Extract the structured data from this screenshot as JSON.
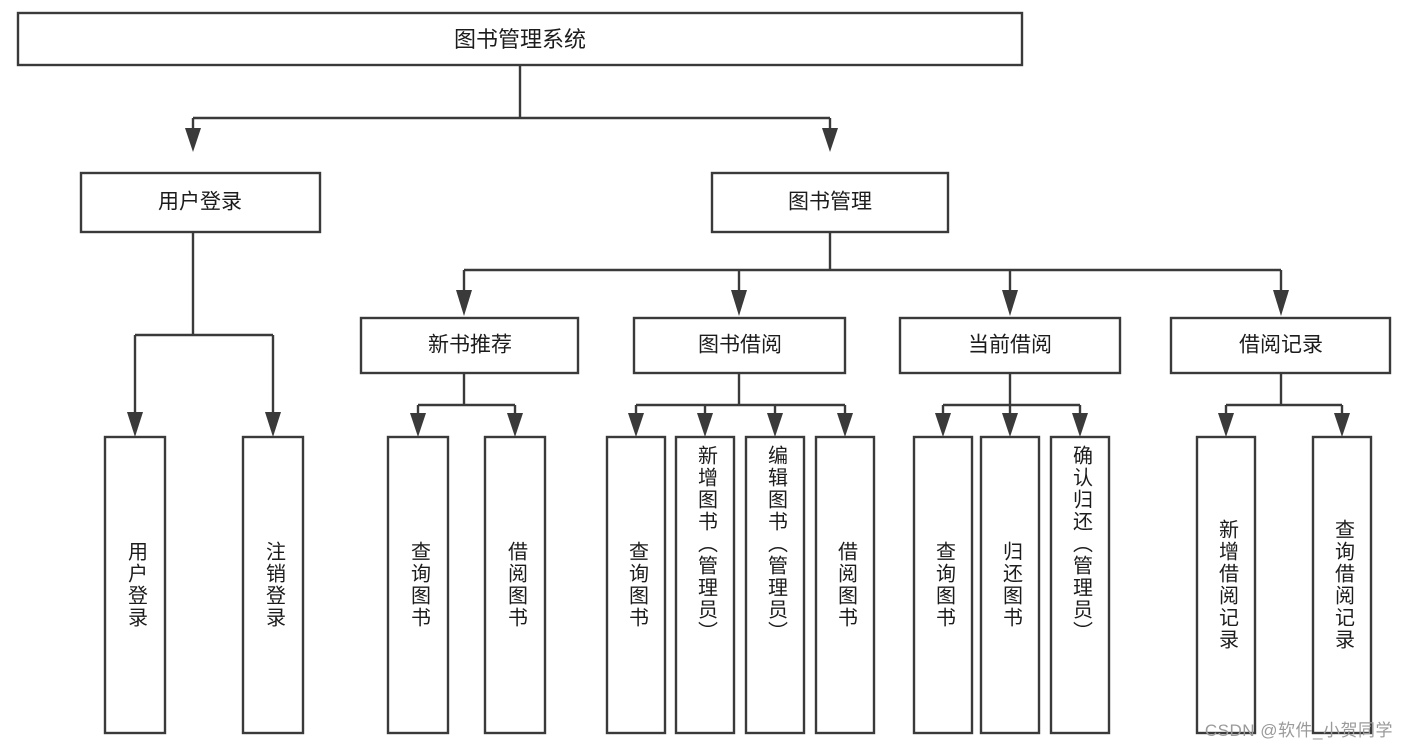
{
  "diagram": {
    "type": "hierarchy-tree",
    "title": "图书管理系统",
    "root": {
      "label": "图书管理系统",
      "id": "root"
    },
    "level2": [
      {
        "id": "user-login",
        "label": "用户登录"
      },
      {
        "id": "book-manage",
        "label": "图书管理"
      }
    ],
    "level3": [
      {
        "id": "new-book-recommend",
        "label": "新书推荐",
        "parent": "book-manage"
      },
      {
        "id": "book-borrow",
        "label": "图书借阅",
        "parent": "book-manage"
      },
      {
        "id": "current-borrow",
        "label": "当前借阅",
        "parent": "book-manage"
      },
      {
        "id": "borrow-record",
        "label": "借阅记录",
        "parent": "book-manage"
      }
    ],
    "leaves": [
      {
        "id": "leaf-user-login",
        "label": "用户登录",
        "parent": "user-login"
      },
      {
        "id": "leaf-logout",
        "label": "注销登录",
        "parent": "user-login"
      },
      {
        "id": "leaf-query-book-1",
        "label": "查询图书",
        "parent": "new-book-recommend"
      },
      {
        "id": "leaf-borrow-book-1",
        "label": "借阅图书",
        "parent": "new-book-recommend"
      },
      {
        "id": "leaf-query-book-2",
        "label": "查询图书",
        "parent": "book-borrow"
      },
      {
        "id": "leaf-add-book",
        "label": "新增图书（管理员）",
        "parent": "book-borrow"
      },
      {
        "id": "leaf-edit-book",
        "label": "编辑图书（管理员）",
        "parent": "book-borrow"
      },
      {
        "id": "leaf-borrow-book-2",
        "label": "借阅图书",
        "parent": "book-borrow"
      },
      {
        "id": "leaf-query-book-3",
        "label": "查询图书",
        "parent": "current-borrow"
      },
      {
        "id": "leaf-return-book",
        "label": "归还图书",
        "parent": "current-borrow"
      },
      {
        "id": "leaf-confirm-return",
        "label": "确认归还（管理员）",
        "parent": "current-borrow"
      },
      {
        "id": "leaf-add-record",
        "label": "新增借阅记录",
        "parent": "borrow-record"
      },
      {
        "id": "leaf-query-record",
        "label": "查询借阅记录",
        "parent": "borrow-record"
      }
    ]
  },
  "watermark": {
    "text": "CSDN @软件_小贺同学"
  },
  "colors": {
    "stroke": "#3a3a3a",
    "box_fill": "#ffffff",
    "text": "#1c1c1c",
    "background": "#ffffff",
    "watermark": "#9a9a9a"
  }
}
